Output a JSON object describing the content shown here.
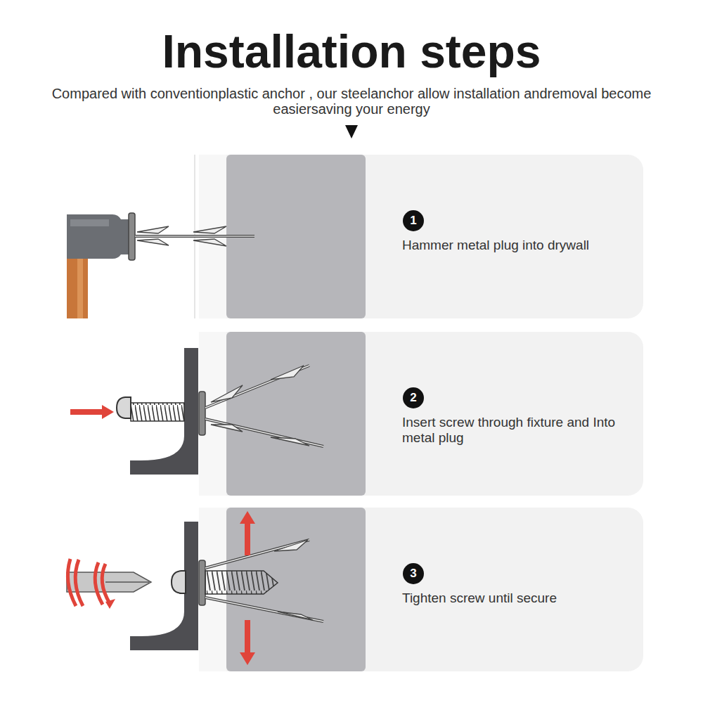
{
  "diagram": {
    "title": "Installation steps",
    "nodes": [
      {
        "text": [
          "Hammer metal plug into drywall"
        ]
      },
      {
        "text": [
          "1"
        ],
        "in": 0
      },
      {
        "text": [
          "Insert screw through fixture and Into metal plug"
        ]
      },
      {
        "text": [
          "2"
        ],
        "in": 2
      },
      {
        "text": [
          "Tighten screw until secure"
        ]
      },
      {
        "text": [
          "3"
        ],
        "in": 4
      }
    ],
    "labels": [
      "Compared with conventionplastic anchor , our steelanchor allow installation andremoval become easiersaving your energy"
    ]
  }
}
